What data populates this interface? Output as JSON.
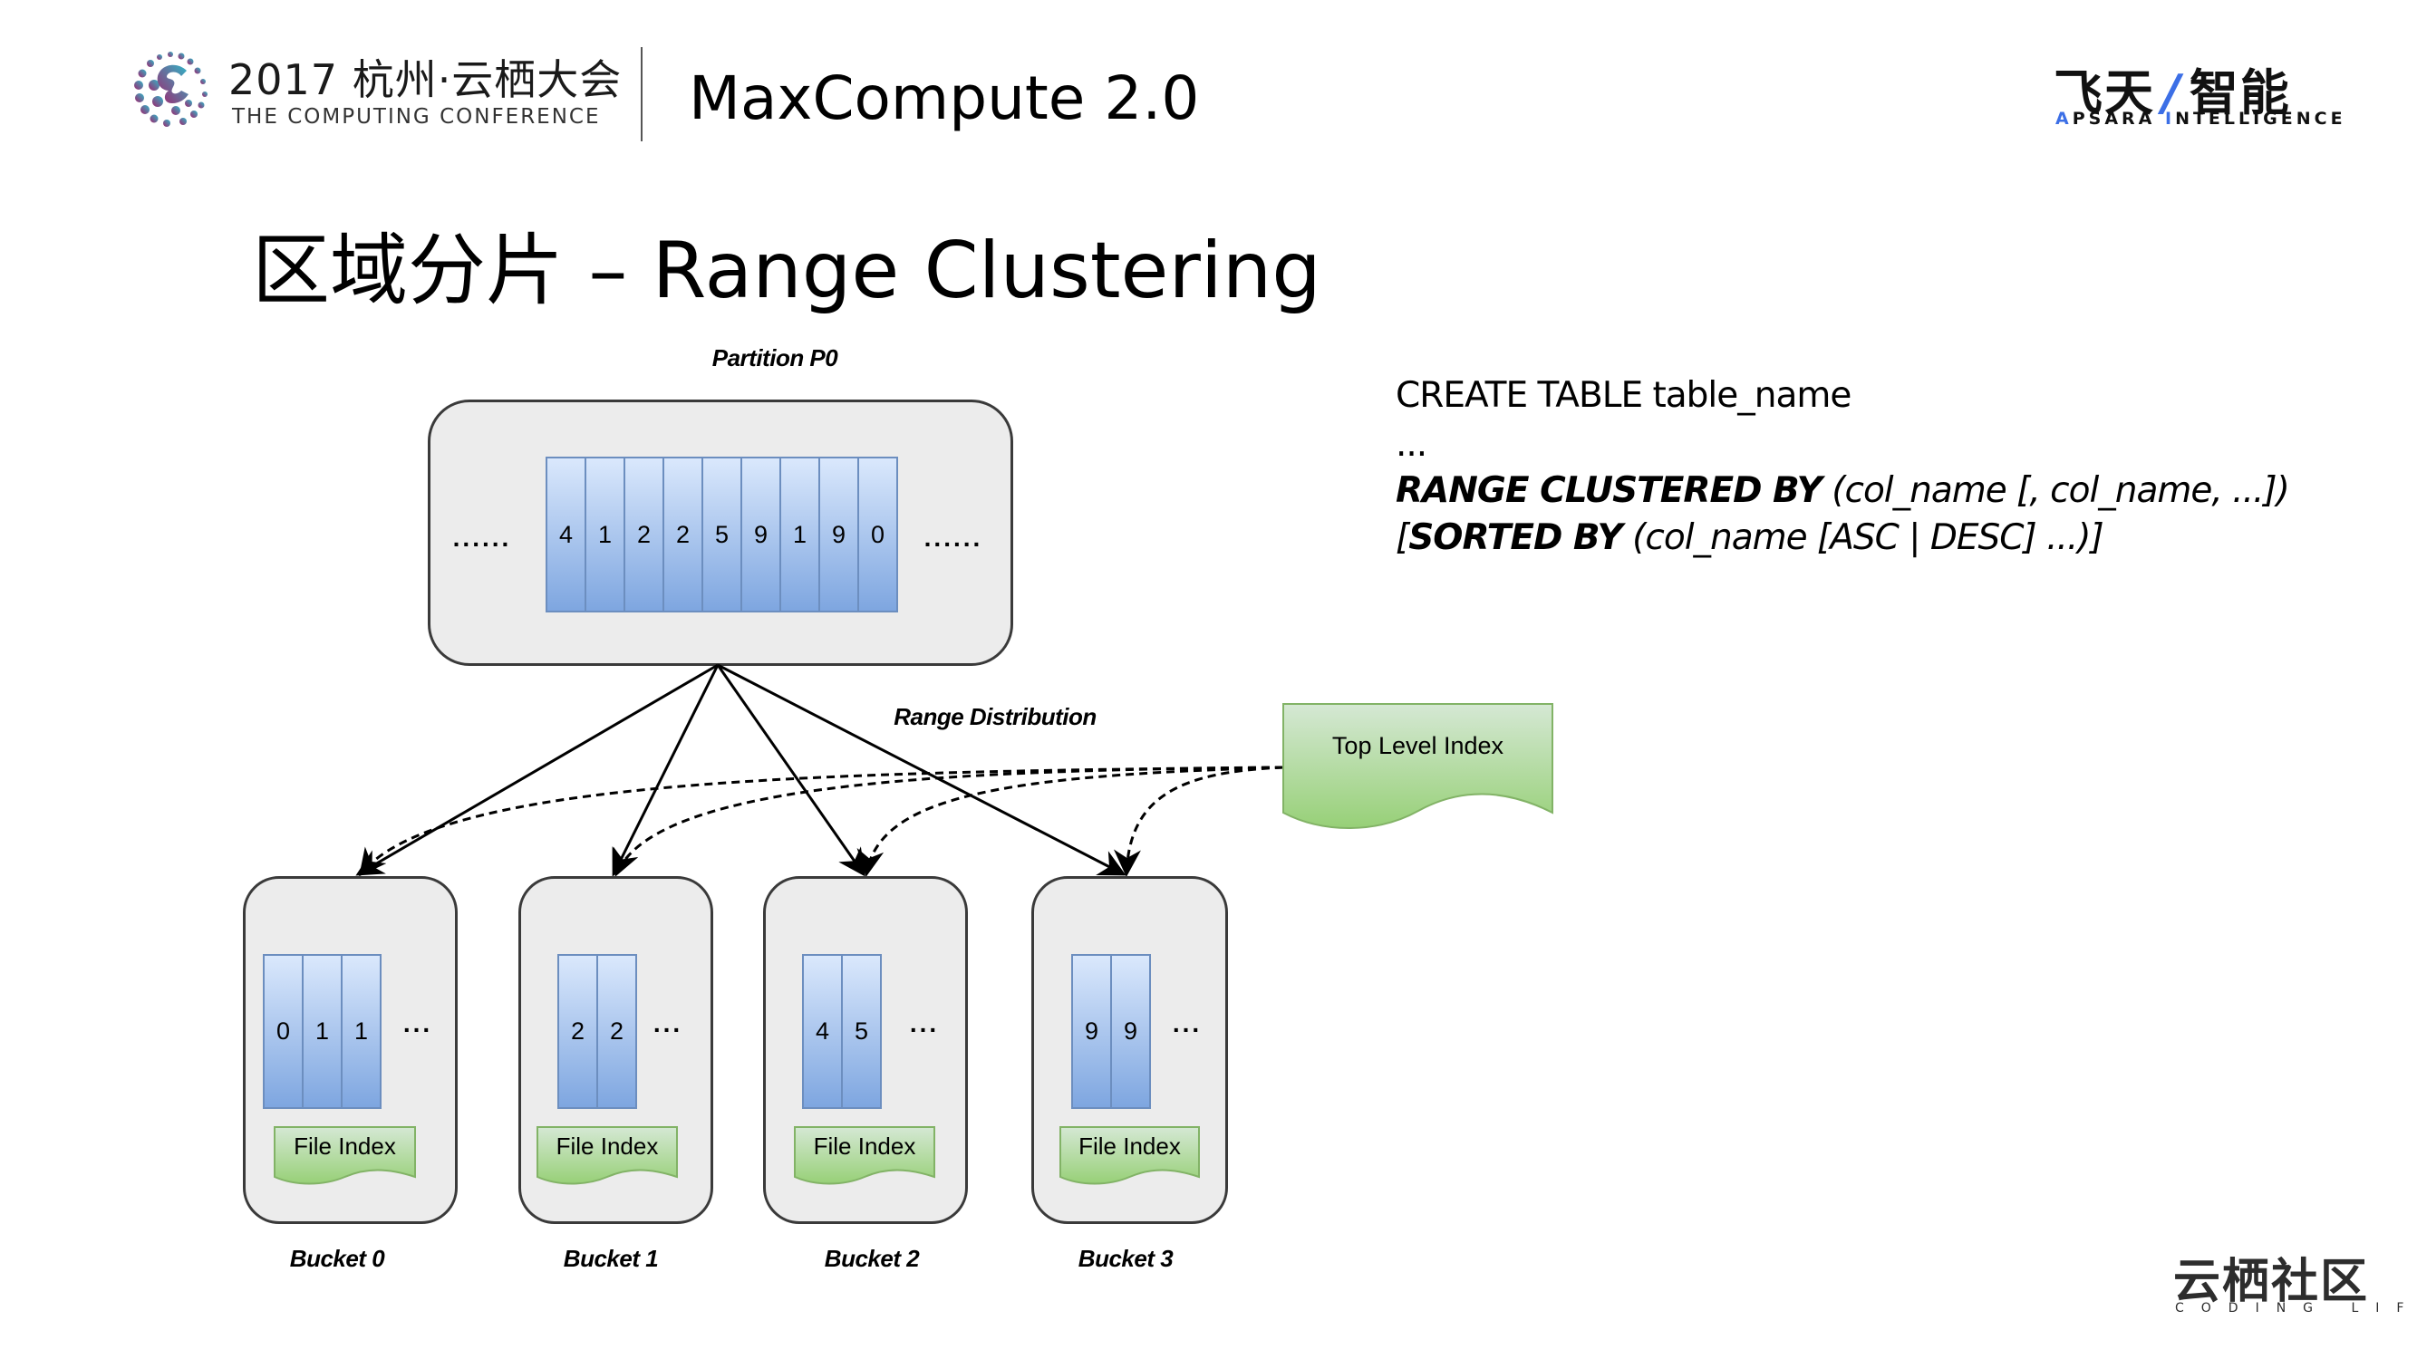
{
  "header": {
    "conference_title": "2017 杭州·云栖大会",
    "conference_subtitle": "THE COMPUTING CONFERENCE",
    "product_title": "MaxCompute 2.0",
    "brand_cn_left": "飞天",
    "brand_slash": "/",
    "brand_cn_right": "智能",
    "brand_en_initial_1": "A",
    "brand_en_rest_1": "PSARA ",
    "brand_en_initial_2": "I",
    "brand_en_rest_2": "NTELLIGENCE"
  },
  "slide": {
    "title": "区域分片 – Range Clustering"
  },
  "diagram": {
    "partition_label": "Partition P0",
    "partition_values": [
      "4",
      "1",
      "2",
      "2",
      "5",
      "9",
      "1",
      "9",
      "0"
    ],
    "partition_ellipsis": "......",
    "distribution_label": "Range Distribution",
    "top_level_index_label": "Top Level Index",
    "buckets": [
      {
        "label": "Bucket 0",
        "values": [
          "0",
          "1",
          "1"
        ],
        "ellipsis": "...",
        "file_index_label": "File Index"
      },
      {
        "label": "Bucket 1",
        "values": [
          "2",
          "2"
        ],
        "ellipsis": "...",
        "file_index_label": "File Index"
      },
      {
        "label": "Bucket 2",
        "values": [
          "4",
          "5"
        ],
        "ellipsis": "...",
        "file_index_label": "File Index"
      },
      {
        "label": "Bucket 3",
        "values": [
          "9",
          "9"
        ],
        "ellipsis": "...",
        "file_index_label": "File Index"
      }
    ],
    "colors": {
      "container_fill": "#ececec",
      "cell_top": "#dae8fc",
      "cell_bottom": "#7ea6e0",
      "cell_border": "#6c8ebf",
      "index_top": "#d5e8d4",
      "index_bottom": "#97d077",
      "index_border": "#82b366"
    }
  },
  "sql": {
    "line1": "CREATE TABLE table_name",
    "line2": "...",
    "line3_keyword": "RANGE CLUSTERED BY",
    "line3_rest": " (col_name [, col_name, ...])",
    "line4_open": "[",
    "line4_keyword": "SORTED BY",
    "line4_rest": " (col_name [ASC | DESC] ...)]"
  },
  "footer": {
    "community_cn": "云栖社区",
    "community_en": "CODING LIFE"
  }
}
